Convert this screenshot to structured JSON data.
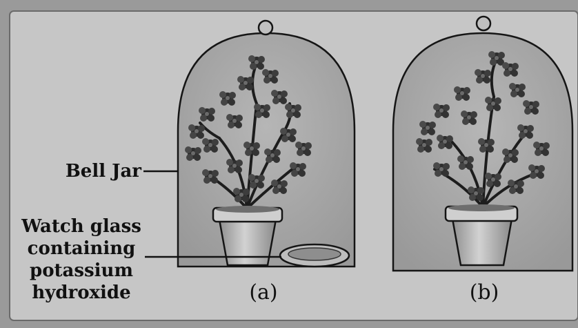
{
  "labels": {
    "bell_jar": "Bell Jar",
    "watch_glass_line1": "Watch glass",
    "watch_glass_line2": "containing",
    "watch_glass_line3": "potassium",
    "watch_glass_line4": "hydroxide",
    "setup_a": "(a)",
    "setup_b": "(b)"
  },
  "colors": {
    "card": "#c4c4c4",
    "jar_fill": "#a9a9a9",
    "ink": "#111111",
    "leaf": "#3a3a3a",
    "pot": "#b9b9b9"
  }
}
